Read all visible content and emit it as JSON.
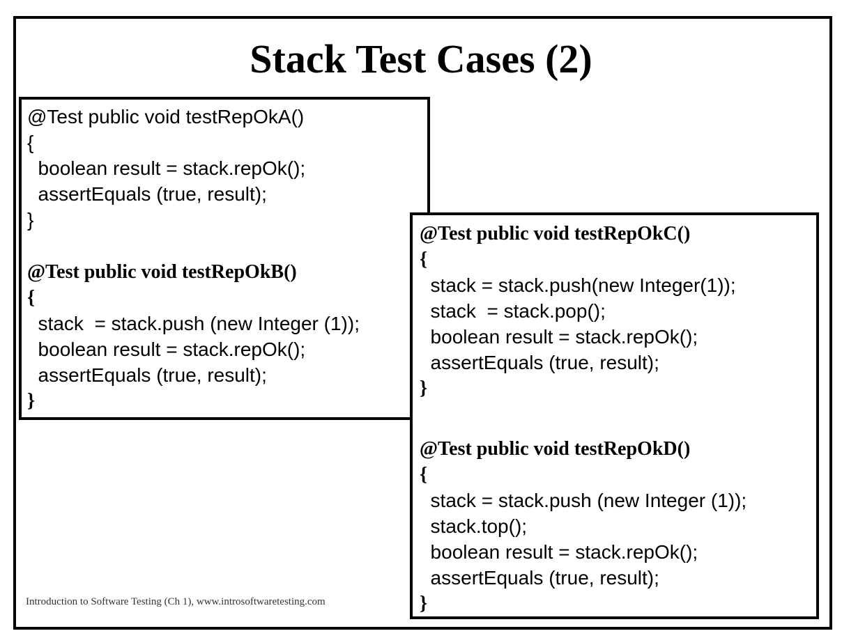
{
  "slide": {
    "title": "Stack Test Cases (2)",
    "footer": "Introduction to Software Testing  (Ch 1), www.introsoftwaretesting.com",
    "text_color": "#000000",
    "background_color": "#ffffff",
    "border_color": "#000000"
  },
  "left_box": {
    "blocks": [
      {
        "heading": "@Test public void testRepOkA()",
        "brace_open": "{",
        "body": [
          "  boolean result = stack.repOk();",
          "  assertEquals (true, result);"
        ],
        "brace_close": "}"
      },
      {
        "heading": "@Test public void testRepOkB()",
        "brace_open": "{",
        "body": [
          "  stack  = stack.push (new Integer (1));",
          "  boolean result = stack.repOk();",
          "  assertEquals (true, result);"
        ],
        "brace_close": "}"
      }
    ]
  },
  "right_box": {
    "blocks": [
      {
        "heading": "@Test public void testRepOkC()",
        "brace_open": "{",
        "body": [
          "  stack = stack.push(new Integer(1));",
          "  stack  = stack.pop();",
          "  boolean result = stack.repOk();",
          "  assertEquals (true, result);"
        ],
        "brace_close": "}"
      },
      {
        "heading": "@Test public void testRepOkD()",
        "brace_open": "{",
        "body": [
          "  stack = stack.push (new Integer (1));",
          "  stack.top();",
          "  boolean result = stack.repOk();",
          "  assertEquals (true, result);"
        ],
        "brace_close": "}"
      }
    ]
  }
}
